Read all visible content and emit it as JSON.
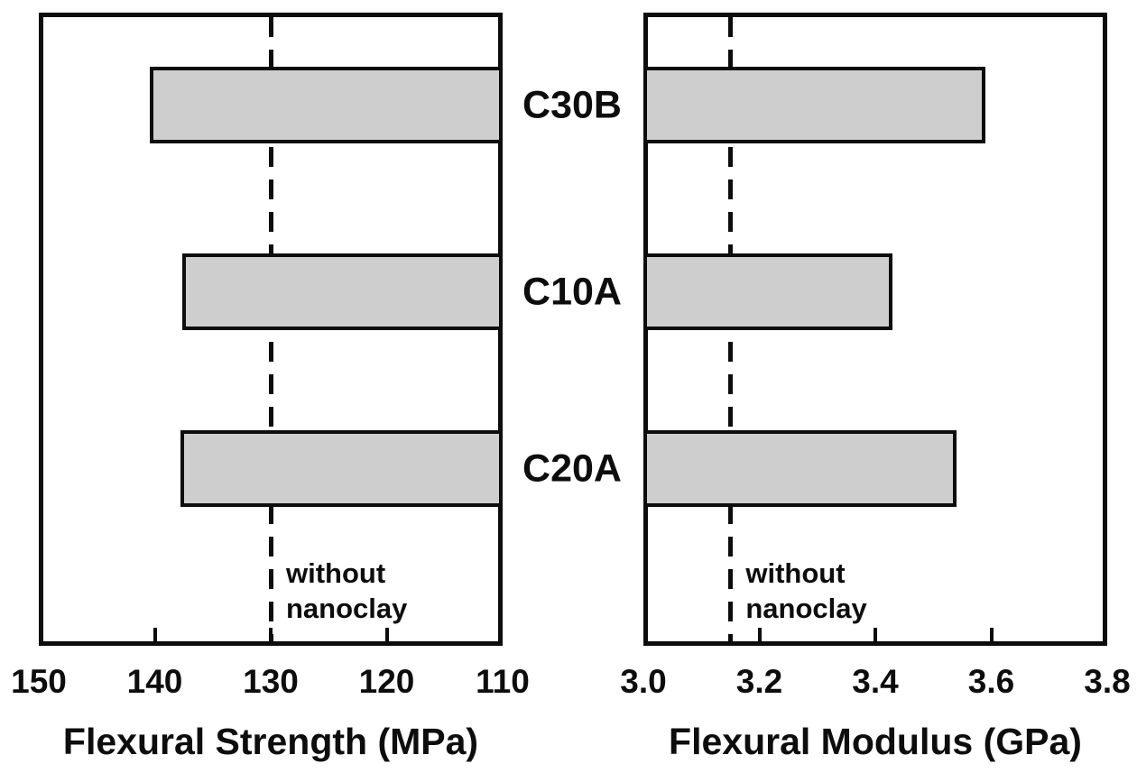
{
  "style": {
    "ink_color": "#0d0d0d",
    "bar_fill": "#cecece",
    "background": "#ffffff"
  },
  "annotation_text": "without nanoclay",
  "chart_data": [
    {
      "type": "bar",
      "orientation": "horizontal",
      "title": "Flexural Strength (MPa)",
      "categories": [
        "C30B",
        "C10A",
        "C20A"
      ],
      "values": [
        140.4,
        137.6,
        137.8
      ],
      "xlim": [
        150,
        110
      ],
      "axis": {
        "reversed": true,
        "ticks": [
          150,
          140,
          130,
          120,
          110
        ],
        "tick_labels": [
          "150",
          "140",
          "130",
          "120",
          "110"
        ]
      },
      "reference_line": {
        "value": 130,
        "style": "dashed",
        "label": "without nanoclay",
        "label_lines": [
          "without",
          "nanoclay"
        ]
      },
      "grid": false,
      "legend": "none"
    },
    {
      "type": "bar",
      "orientation": "horizontal",
      "title": "Flexural Modulus (GPa)",
      "categories": [
        "C30B",
        "C10A",
        "C20A"
      ],
      "values": [
        3.59,
        3.43,
        3.54
      ],
      "xlim": [
        3.0,
        3.8
      ],
      "axis": {
        "reversed": false,
        "ticks": [
          3.0,
          3.2,
          3.4,
          3.6,
          3.8
        ],
        "tick_labels": [
          "3.0",
          "3.2",
          "3.4",
          "3.6",
          "3.8"
        ]
      },
      "reference_line": {
        "value": 3.15,
        "style": "dashed",
        "label": "without nanoclay",
        "label_lines": [
          "without",
          "nanoclay"
        ]
      },
      "grid": false,
      "legend": "none"
    }
  ]
}
